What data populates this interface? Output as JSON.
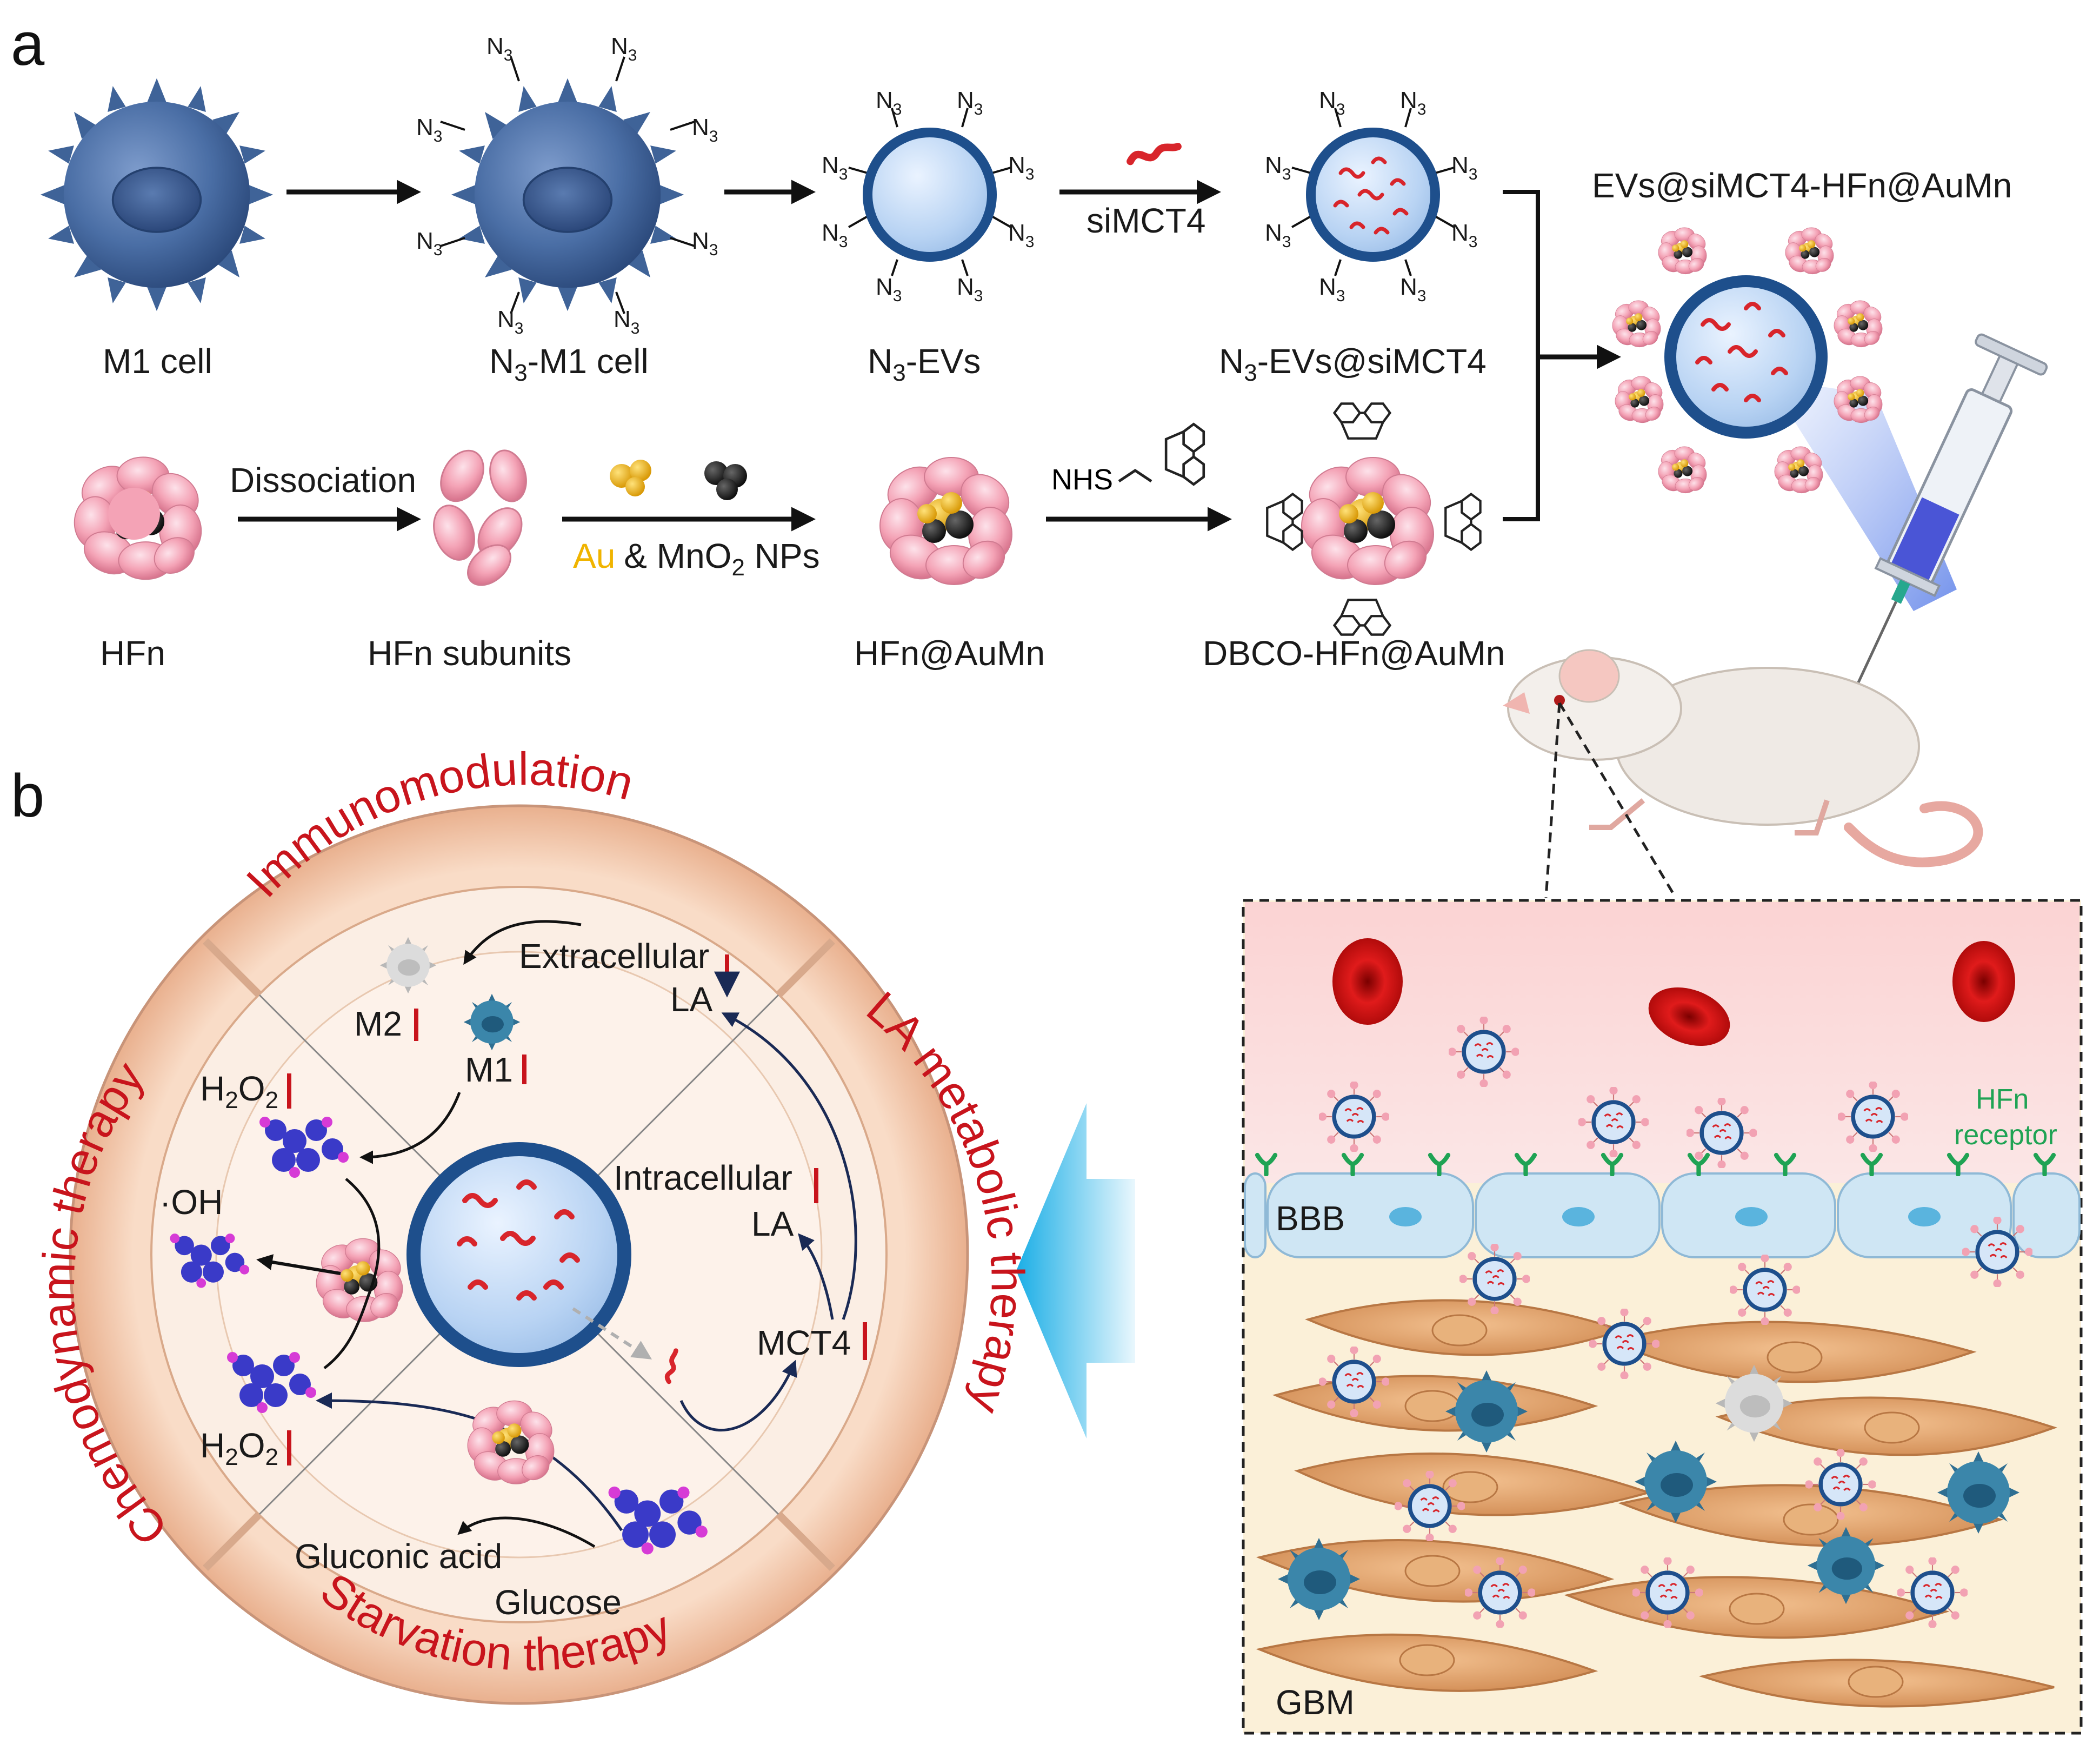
{
  "panel_a": {
    "letter": "a",
    "top_row": {
      "m1_cell": "M1 cell",
      "n3_m1_cell": [
        "N",
        "3",
        "-M1 cell"
      ],
      "n3_evs": [
        "N",
        "3",
        "-EVs"
      ],
      "simct4_arrow_label": "siMCT4",
      "n3_evs_simct4": [
        "N",
        "3",
        "-EVs@siMCT4"
      ],
      "product_title": "EVs@siMCT4-HFn@AuMn"
    },
    "azide_tag": [
      "N",
      "3"
    ],
    "bottom_row": {
      "hfn": "HFn",
      "dissociation_label": "Dissociation",
      "hfn_subunits": "HFn subunits",
      "au_label": "Au",
      "mno2_label": [
        "& MnO",
        "2",
        " NPs"
      ],
      "hfn_aumn": "HFn@AuMn",
      "nhs_label": "NHS",
      "dbco_hfn_aumn": "DBCO-HFn@AuMn"
    }
  },
  "panel_b": {
    "letter": "b",
    "ring_labels": {
      "top": "Immunomodulation",
      "right": "LA metabolic therapy",
      "bottom": "Starvation therapy",
      "left": "Chemodynamic therapy"
    },
    "inner_labels": {
      "extracellular": "Extracellular",
      "la_extracellular": "LA",
      "m2": "M2",
      "m1": "M1",
      "h2o2_top": [
        "H",
        "2",
        "O",
        "2"
      ],
      "oh": "·OH",
      "h2o2_bottom": [
        "H",
        "2",
        "O",
        "2"
      ],
      "intracellular": "Intracellular",
      "la_intracellular": "LA",
      "mct4": "MCT4",
      "gluconic_acid": "Gluconic acid",
      "glucose": "Glucose"
    },
    "brain_inset": {
      "hfn_receptor": [
        "HFn",
        "receptor"
      ],
      "bbb": "BBB",
      "gbm": "GBM"
    }
  },
  "colors": {
    "cell_blue": "#4a6ea5",
    "ev_border": "#1e4f8c",
    "sirna_red": "#d8252b",
    "protein_pink": "#f4a3b6",
    "gold": "#f2b623",
    "ring_peach": "#f2c4a6",
    "label_red": "#c8141c",
    "receptor_green": "#1fa354",
    "gbm_orange": "#e0a06c",
    "au_label": "#f0b400"
  }
}
